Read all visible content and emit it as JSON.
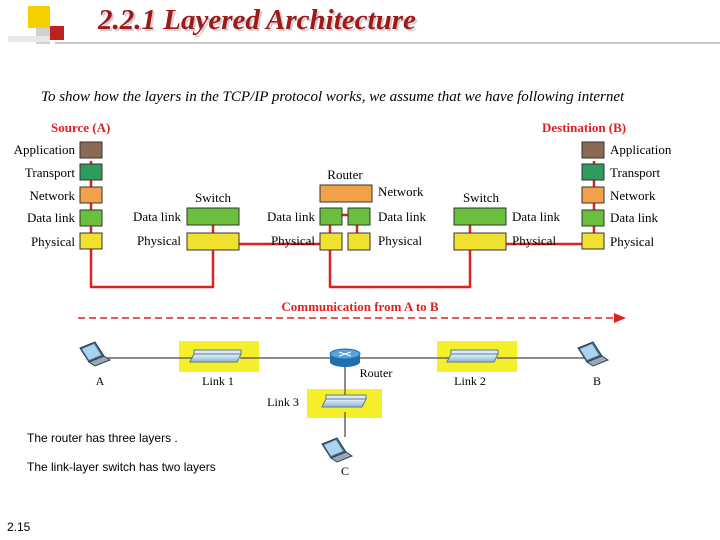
{
  "slide": {
    "title": "2.2.1 Layered Architecture",
    "subtitle": "To show how the layers in the TCP/IP protocol works, we assume that we have following internet",
    "notes": [
      "The router has three layers .",
      "The link-layer switch has two layers"
    ],
    "slide_number": "2.15"
  },
  "diagram": {
    "source_label": "Source (A)",
    "destination_label": "Destination (B)",
    "layers": [
      "Application",
      "Transport",
      "Network",
      "Data link",
      "Physical"
    ],
    "switch_label": "Switch",
    "router_label": "Router",
    "switch_layers": [
      "Data link",
      "Physical"
    ],
    "router_layers": [
      "Network",
      "Data link",
      "Physical"
    ],
    "communication_label": "Communication from A to B",
    "layer_colors": {
      "application": "#8a6a55",
      "transport": "#2e9c5e",
      "network": "#f2a04a",
      "data_link": "#6abf3c",
      "physical": "#f0e030"
    },
    "path_color": "#e02020",
    "highlight_color": "#f5ee2a"
  },
  "topology": {
    "host_a": "A",
    "host_b": "B",
    "host_c": "C",
    "link1": "Link 1",
    "link2": "Link 2",
    "link3": "Link 3",
    "router": "Router"
  }
}
